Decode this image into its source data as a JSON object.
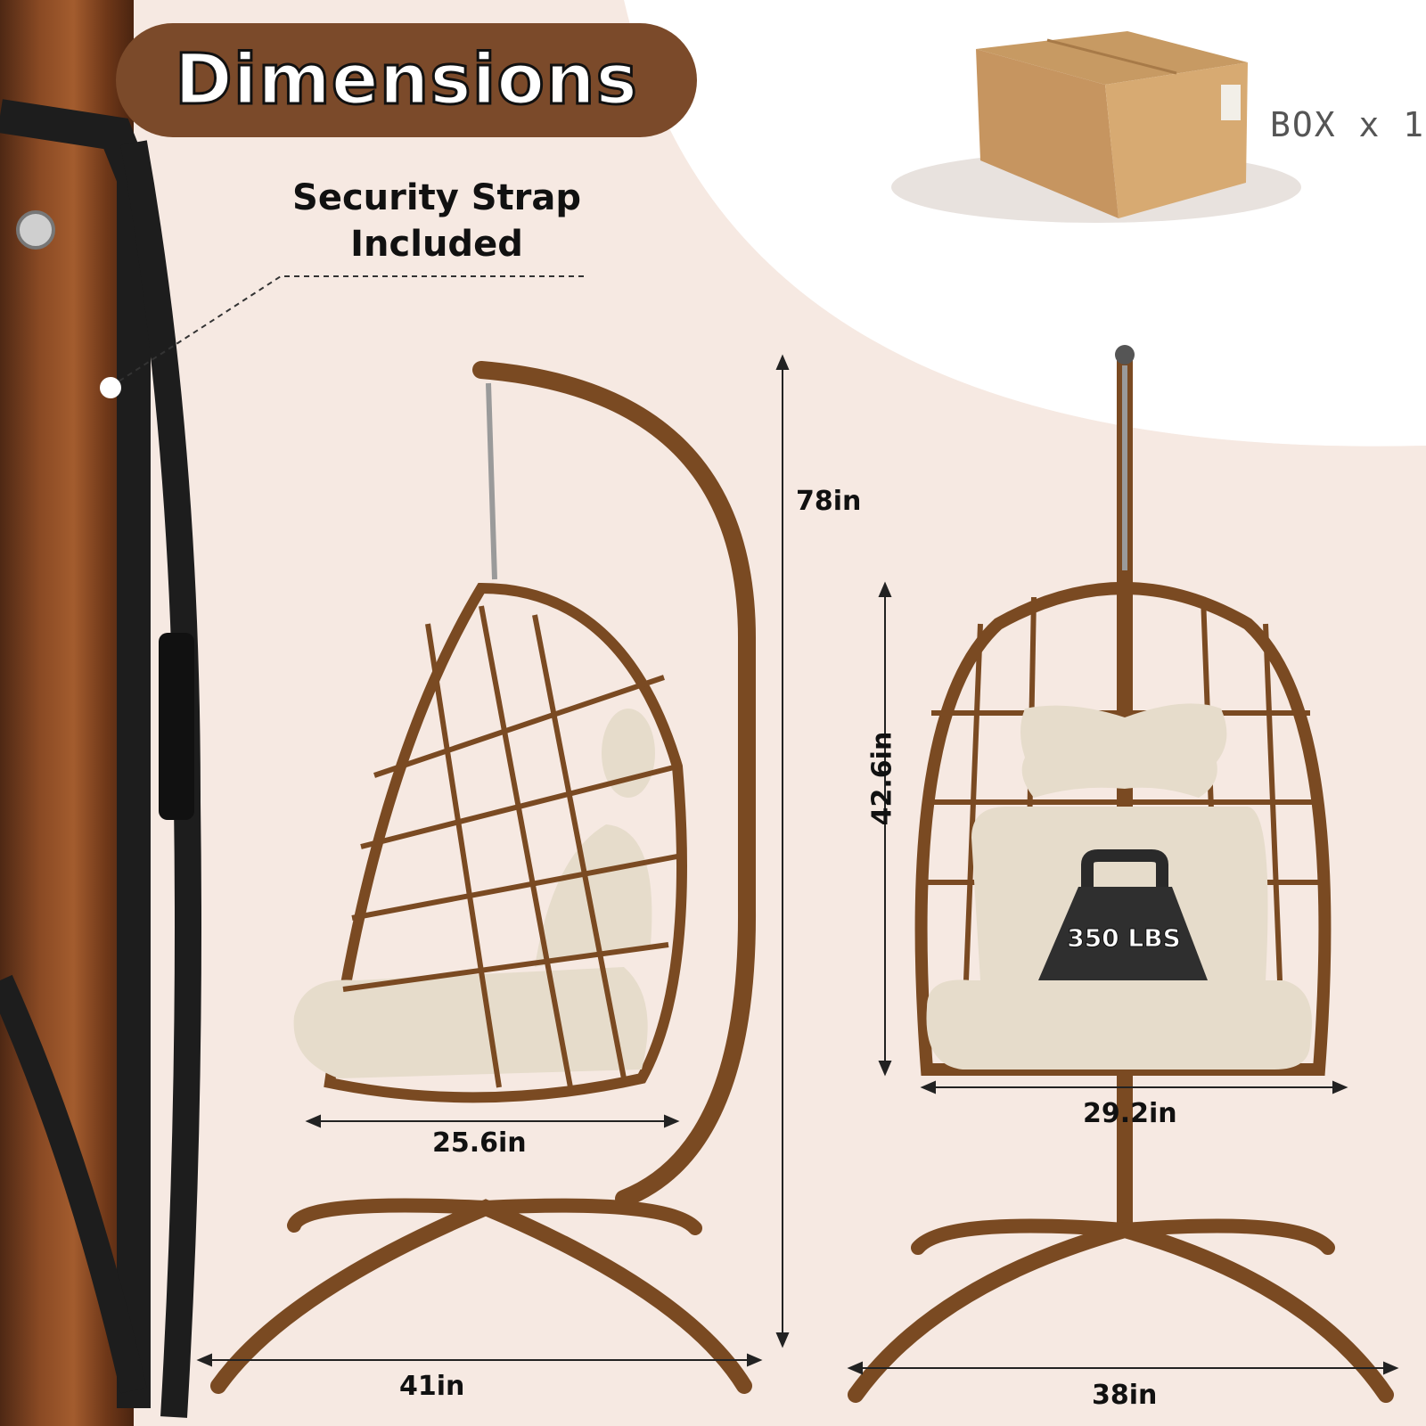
{
  "title": "Dimensions",
  "strap_caption": {
    "line1": "Security Strap",
    "line2": "Included"
  },
  "box": {
    "label": "BOX x 1"
  },
  "side_view": {
    "total_height": "78in",
    "seat_depth": "25.6in",
    "base_depth": "41in"
  },
  "front_view": {
    "basket_height": "42.6in",
    "basket_width": "29.2in",
    "base_width": "38in",
    "weight_capacity": "350 LBS"
  },
  "colors": {
    "frame": "#7a4a22",
    "pill": "#7b4a2a",
    "cushion": "#e6dccb",
    "strap": "#1d1d1d"
  }
}
